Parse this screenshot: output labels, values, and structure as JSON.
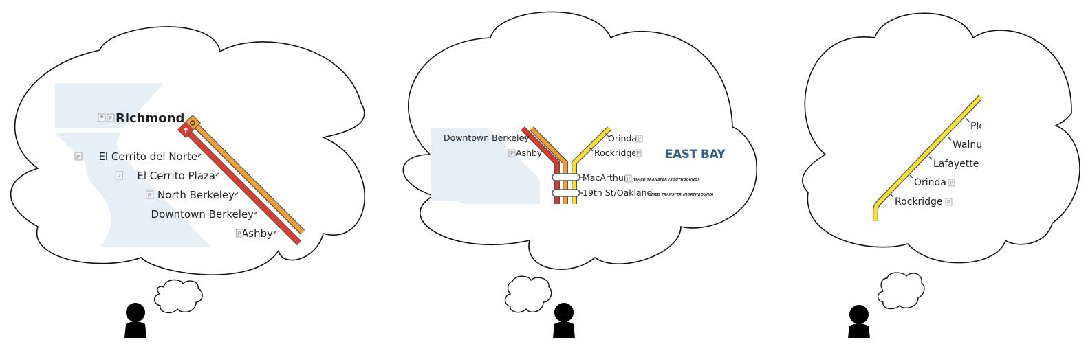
{
  "scenes": [
    {
      "title": "Thought bubble 1",
      "map": {
        "terminal": {
          "name": "Richmond",
          "icons": [
            "train-icon",
            "parking-icon"
          ],
          "badges": [
            "R",
            "O"
          ]
        },
        "lines": [
          {
            "name": "Red",
            "color": "#e03a2f"
          },
          {
            "name": "Orange",
            "color": "#f0a030"
          }
        ],
        "stations": [
          {
            "name": "El Cerrito del Norte",
            "parking": true
          },
          {
            "name": "El Cerrito Plaza",
            "parking": true
          },
          {
            "name": "North Berkeley",
            "parking": true
          },
          {
            "name": "Downtown Berkeley",
            "parking": false
          },
          {
            "name": "Ashby",
            "parking": true
          }
        ]
      }
    },
    {
      "title": "Thought bubble 2",
      "map": {
        "region_label": "EAST BAY",
        "region_color": "#2e5f86",
        "lines": [
          {
            "name": "Red",
            "color": "#e03a2f"
          },
          {
            "name": "Orange",
            "color": "#f0a030"
          },
          {
            "name": "Yellow",
            "color": "#f7e032"
          }
        ],
        "left_stations": [
          {
            "name": "Downtown Berkeley",
            "parking": false
          },
          {
            "name": "Ashby",
            "parking": true
          }
        ],
        "right_stations": [
          {
            "name": "Orinda",
            "parking": true
          },
          {
            "name": "Rockridge",
            "parking": true
          }
        ],
        "transfer_stations": [
          {
            "name": "MacArthur",
            "parking": true,
            "note": "TIMED TRANSFER (SOUTHBOUND)"
          },
          {
            "name": "19th St/Oakland",
            "parking": false,
            "note": "TIMED TRANSFER (NORTHBOUND)"
          }
        ]
      }
    },
    {
      "title": "Thought bubble 3",
      "map": {
        "lines": [
          {
            "name": "Yellow",
            "color": "#f7e032"
          }
        ],
        "stations": [
          {
            "name": "Ple",
            "parking": false
          },
          {
            "name": "Walnu",
            "parking": false
          },
          {
            "name": "Lafayette",
            "parking": false
          },
          {
            "name": "Orinda",
            "parking": true
          },
          {
            "name": "Rockridge",
            "parking": true
          }
        ]
      }
    }
  ],
  "parking_symbol": "P"
}
